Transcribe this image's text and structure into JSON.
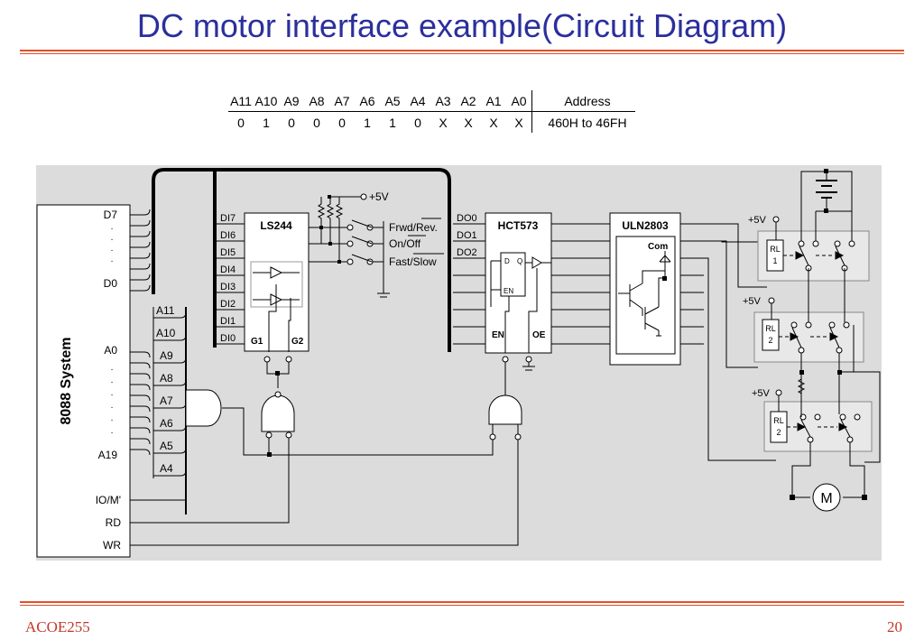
{
  "title": "DC motor interface example(Circuit Diagram)",
  "footer": {
    "left": "ACOE255",
    "right": "20"
  },
  "address_table": {
    "headers": [
      "A11",
      "A10",
      "A9",
      "A8",
      "A7",
      "A6",
      "A5",
      "A4",
      "A3",
      "A2",
      "A1",
      "A0"
    ],
    "address_header": "Address",
    "values": [
      "0",
      "1",
      "0",
      "0",
      "0",
      "1",
      "1",
      "0",
      "X",
      "X",
      "X",
      "X"
    ],
    "address_value": "460H to 46FH"
  },
  "diagram": {
    "system_label": "8088 System",
    "sys_pins": [
      "D7",
      "D0",
      "A0",
      "A19",
      "IO/M'",
      "RD",
      "WR"
    ],
    "addr_bus": [
      "A11",
      "A10",
      "A9",
      "A8",
      "A7",
      "A6",
      "A5",
      "A4"
    ],
    "ls244": {
      "name": "LS244",
      "inputs": [
        "DI7",
        "DI6",
        "DI5",
        "DI4",
        "DI3",
        "DI2",
        "DI1",
        "DI0"
      ],
      "g1": "G1",
      "g2": "G2"
    },
    "hct573": {
      "name": "HCT573",
      "outputs": [
        "DO0",
        "DO1",
        "DO2"
      ],
      "en": "EN",
      "oe": "OE",
      "d": "D",
      "q": "Q",
      "en_small": "EN"
    },
    "uln": {
      "name": "ULN2803",
      "com": "Com"
    },
    "supply": "+5V",
    "switches": [
      "Frwd/Rev.",
      "On/Off",
      "Fast/Slow"
    ],
    "relays": [
      "RL\n1",
      "RL\n2",
      "RL\n2"
    ],
    "motor": "M"
  }
}
